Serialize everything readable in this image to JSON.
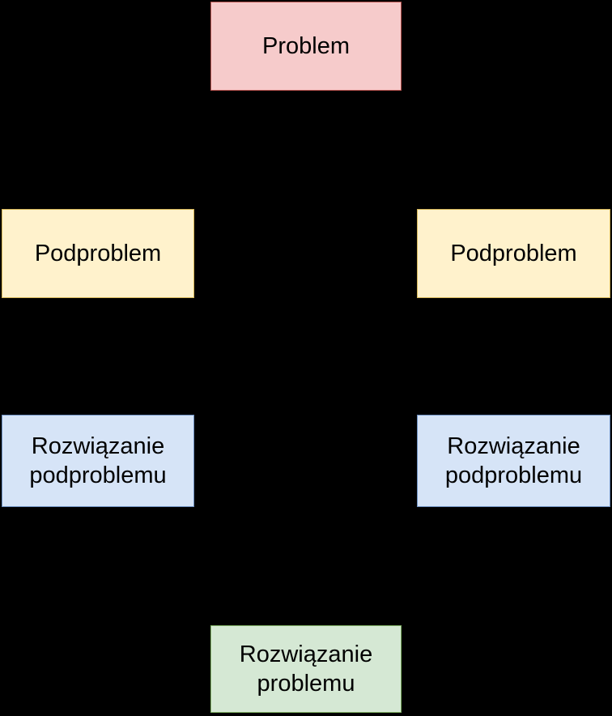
{
  "diagram": {
    "background": "#000000",
    "text_color": "#000000",
    "nodes": {
      "problem": {
        "label": "Problem",
        "fill": "#f6cbcb",
        "border": "#b85450"
      },
      "subproblem_left": {
        "label": "Podproblem",
        "fill": "#fff2cc",
        "border": "#d6b656"
      },
      "subproblem_right": {
        "label": "Podproblem",
        "fill": "#fff2cc",
        "border": "#d6b656"
      },
      "subsolution_left": {
        "label": "Rozwiązanie podproblemu",
        "fill": "#d6e4f7",
        "border": "#6c8ebf"
      },
      "subsolution_right": {
        "label": "Rozwiązanie podproblemu",
        "fill": "#d6e4f7",
        "border": "#6c8ebf"
      },
      "solution": {
        "label": "Rozwiązanie problemu",
        "fill": "#d5e8d4",
        "border": "#82b366"
      }
    }
  }
}
